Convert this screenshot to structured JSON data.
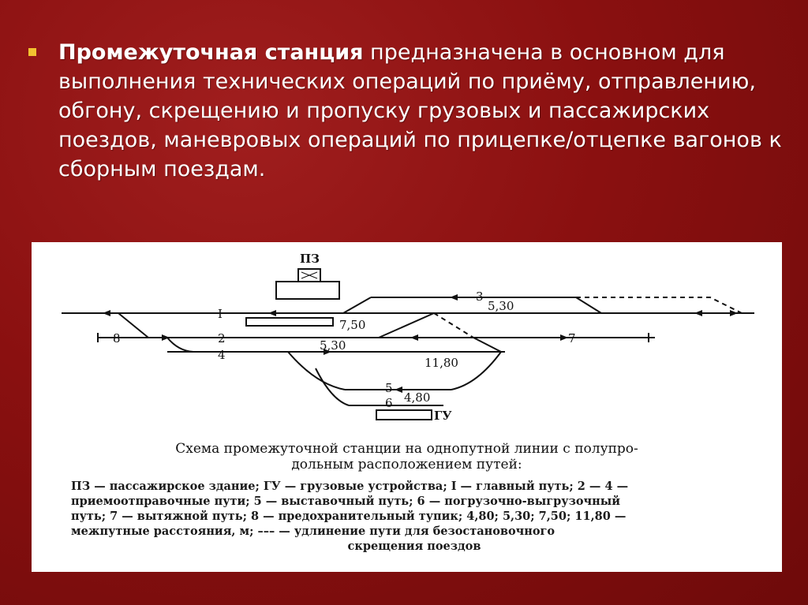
{
  "slide": {
    "bold_lead": "Промежуточная станция",
    "body": " предназначена в основном для выполнения технических операций по приёму, отправлению, обгону, скрещению и пропуску грузовых и пассажирских поездов, маневровых операций по прицепке/отцепке вагонов к сборным поездам."
  },
  "diagram": {
    "building_label": "ПЗ",
    "freight_label": "ГУ",
    "track_labels": {
      "t1": "I",
      "t2": "2",
      "t3": "3",
      "t4": "4",
      "t5": "5",
      "t6": "6",
      "t7": "7",
      "t8": "8"
    },
    "distances": {
      "d750": "7,50",
      "d530a": "5,30",
      "d530b": "5,30",
      "d1180": "11,80",
      "d480": "4,80"
    },
    "caption_title_l1": "Схема промежуточной станции на однопутной линии с полупро-",
    "caption_title_l2": "дольным расположением путей:",
    "legend_l1": "ПЗ — пассажирское здание; ГУ — грузовые устройства; I — главный путь; 2 — 4 —",
    "legend_l2": "приемоотправочные пути; 5 — выставочный путь; 6 — погрузочно-выгрузочный",
    "legend_l3": "путь; 7 — вытяжной путь; 8 — предохранительный тупик; 4,80; 5,30; 7,50; 11,80 —",
    "legend_l4": "межпутные расстояния, м; ––– — удлинение пути для безостановочного",
    "legend_l5": "скрещения поездов"
  },
  "colors": {
    "bullet": "#f2c230",
    "background": "#8a1010",
    "text": "#ffffff"
  }
}
